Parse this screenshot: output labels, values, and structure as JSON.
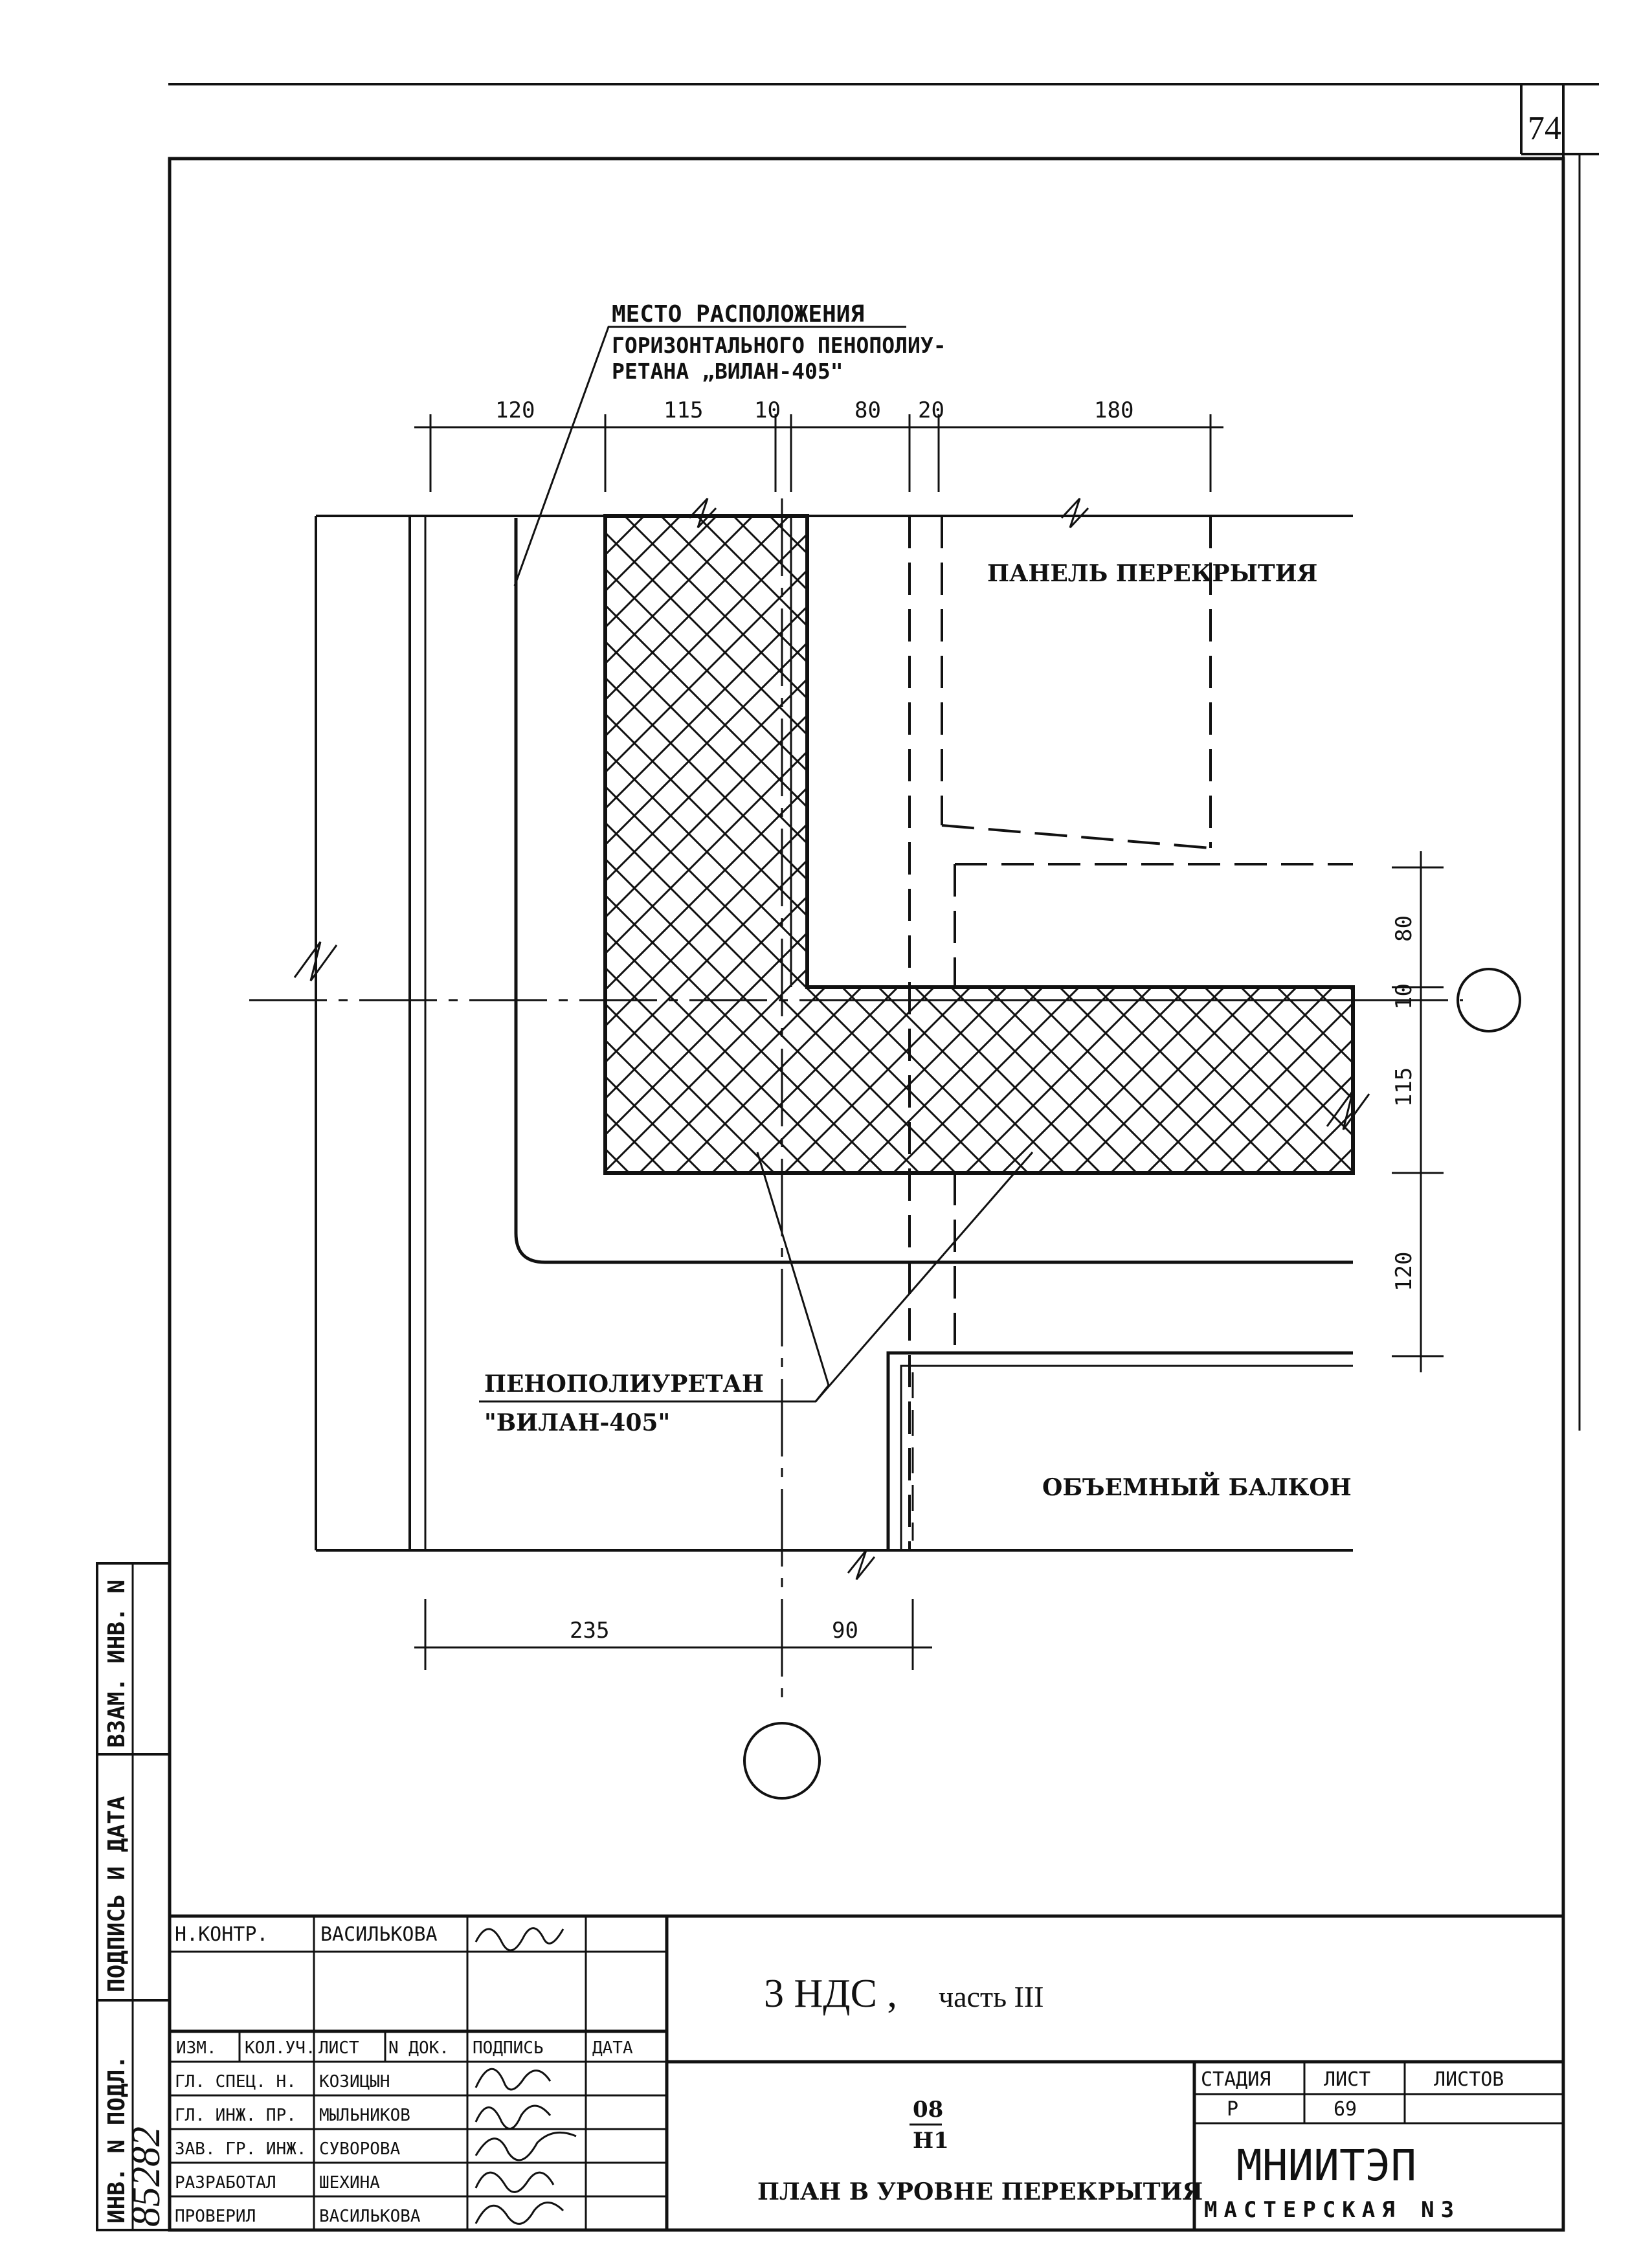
{
  "sheet_corner_number": "74",
  "labels": {
    "foam_location_line1": "МЕСТО РАСПОЛОЖЕНИЯ",
    "foam_location_line2": "ГОРИЗОНТАЛЬНОГО ПЕНОПОЛИУ-",
    "foam_location_line3": "РЕТАНА „ВИЛАН-405\"",
    "floor_panel": "ПАНЕЛЬ ПЕРЕКРЫТИЯ",
    "foam_name_line1": "ПЕНОПОЛИУРЕТАН",
    "foam_name_line2": "\"ВИЛАН-405\"",
    "balcony": "ОБЪЕМНЫЙ БАЛКОН"
  },
  "dimensions": {
    "top": [
      "120",
      "115",
      "10",
      "80",
      "20",
      "180"
    ],
    "right": [
      "80",
      "10",
      "115",
      "120"
    ],
    "bottom": [
      "235",
      "90"
    ]
  },
  "side_stamp": {
    "replaced_inv": "ВЗАМ. ИНВ. N",
    "signature_date": "ПОДПИСЬ И ДАТА",
    "original_inv": "ИНВ. N ПОДЛ.",
    "inv_number": "85282"
  },
  "title_block": {
    "norm_control_role": "Н.КОНТР.",
    "norm_control_name": "ВАСИЛЬКОВА",
    "headers": [
      "ИЗМ.",
      "КОЛ.УЧ.",
      "ЛИСТ",
      "N ДОК.",
      "ПОДПИСЬ",
      "ДАТА"
    ],
    "staff": [
      {
        "role": "ГЛ. СПЕЦ. Н.",
        "name": "КОЗИЦЫН"
      },
      {
        "role": "ГЛ. ИНЖ. ПР.",
        "name": "МЫЛЬНИКОВ"
      },
      {
        "role": "ЗАВ. ГР. ИНЖ.",
        "name": "СУВОРОВА"
      },
      {
        "role": "РАЗРАБОТАЛ",
        "name": "ШЕХИНА"
      },
      {
        "role": "ПРОВЕРИЛ",
        "name": "ВАСИЛЬКОВА"
      }
    ],
    "project_main": "3 НДС ,",
    "project_part": "часть III",
    "code_top": "08",
    "code_bottom": "Н1",
    "sheet_title": "ПЛАН В УРОВНЕ ПЕРЕКРЫТИЯ",
    "stage_label": "СТАДИЯ",
    "sheet_label": "ЛИСТ",
    "sheets_label": "ЛИСТОВ",
    "stage_value": "Р",
    "sheet_value": "69",
    "sheets_value": "",
    "org_name": "МНИИТЭП",
    "org_sub": "МАСТЕРСКАЯ N3"
  }
}
